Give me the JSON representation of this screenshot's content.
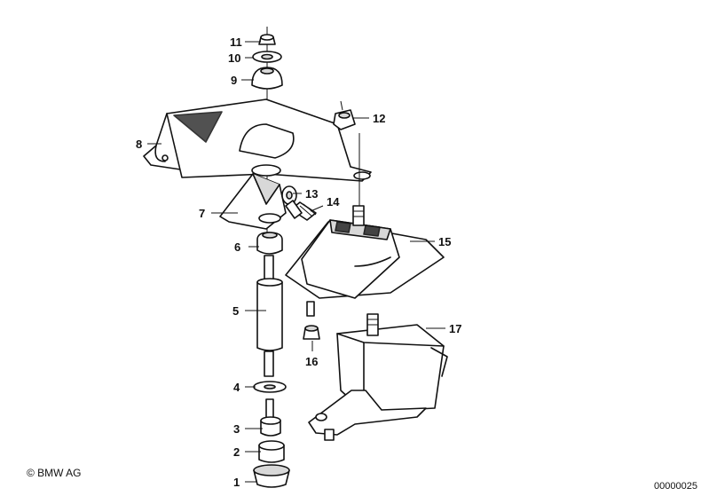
{
  "callouts": [
    {
      "id": "1",
      "label": "1"
    },
    {
      "id": "2",
      "label": "2"
    },
    {
      "id": "3",
      "label": "3"
    },
    {
      "id": "4",
      "label": "4"
    },
    {
      "id": "5",
      "label": "5"
    },
    {
      "id": "6",
      "label": "6"
    },
    {
      "id": "7",
      "label": "7"
    },
    {
      "id": "8",
      "label": "8"
    },
    {
      "id": "9",
      "label": "9"
    },
    {
      "id": "10",
      "label": "10"
    },
    {
      "id": "11",
      "label": "11"
    },
    {
      "id": "12",
      "label": "12"
    },
    {
      "id": "13",
      "label": "13"
    },
    {
      "id": "14",
      "label": "14"
    },
    {
      "id": "15",
      "label": "15"
    },
    {
      "id": "16",
      "label": "16"
    },
    {
      "id": "17",
      "label": "17"
    }
  ],
  "footer": {
    "copyright": "© BMW AG",
    "document_number": "00000025"
  }
}
